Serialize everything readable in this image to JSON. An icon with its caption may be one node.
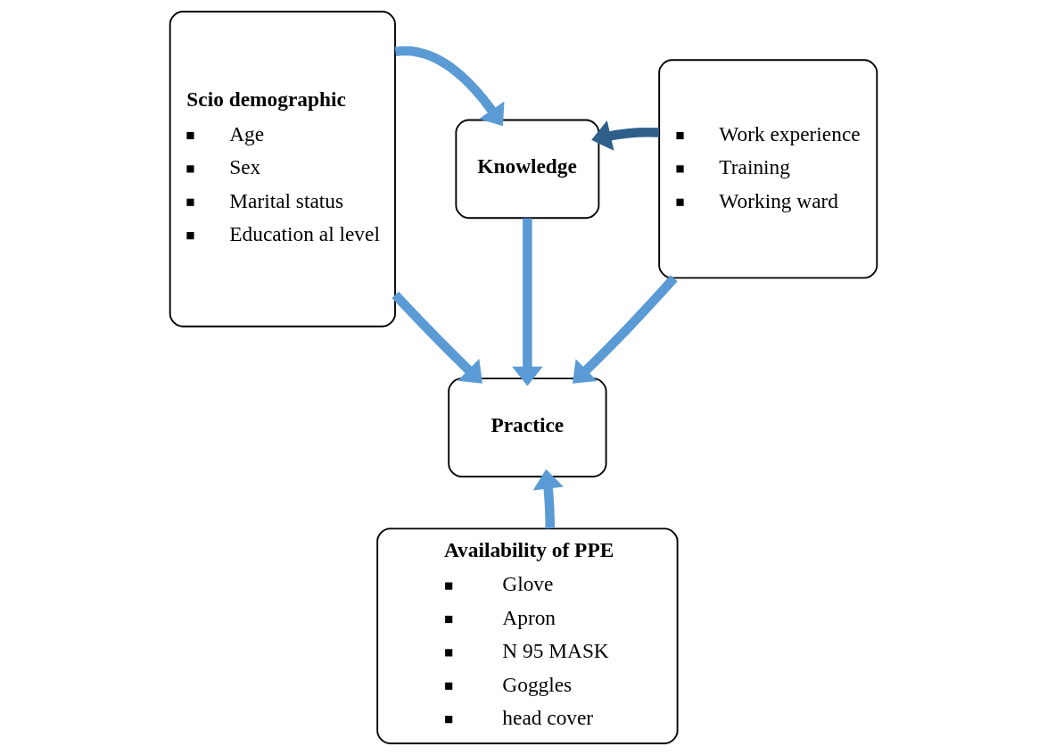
{
  "diagram": {
    "nodes": [
      {
        "text": [
          "Scio demographic",
          "Age",
          "Sex",
          "Marital status",
          "Education al level"
        ]
      },
      {
        "text": [
          "Knowledge"
        ]
      },
      {
        "text": [
          "Practice"
        ]
      },
      {
        "text": [
          "Work experience",
          "Training",
          "Working ward"
        ]
      },
      {
        "text": [
          "Availability of PPE",
          "Glove",
          "Apron",
          "N 95 MASK",
          "Goggles",
          "head cover"
        ]
      }
    ],
    "edges": [
      {
        "from": 0,
        "to": 1,
        "arrow": "to"
      },
      {
        "from": 3,
        "to": 1,
        "arrow": "to",
        "color": "#2e5f8a"
      },
      {
        "from": 1,
        "to": 2,
        "arrow": "to"
      },
      {
        "from": 0,
        "to": 2,
        "arrow": "to"
      },
      {
        "from": 3,
        "to": 2,
        "arrow": "to"
      },
      {
        "from": 4,
        "to": 2,
        "arrow": "to"
      }
    ]
  }
}
